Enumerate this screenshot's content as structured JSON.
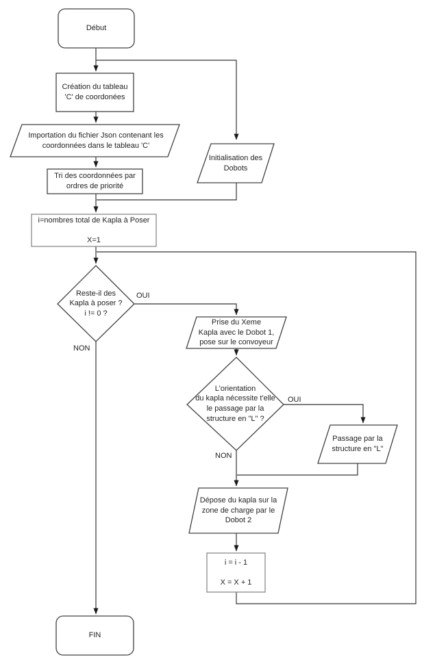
{
  "nodes": {
    "debut": {
      "label": "Début",
      "type": "terminator"
    },
    "creation": {
      "label": "Création du tableau\n'C' de coordonées",
      "type": "process"
    },
    "importation": {
      "label": "Importation du fichier Json contenant les\ncoordonnées dans le tableau 'C'",
      "type": "data"
    },
    "tri": {
      "label": "Tri des coordonnées par\nordres de priorité",
      "type": "process"
    },
    "initialisation": {
      "label": "Initialisation des\nDobots",
      "type": "data"
    },
    "compteur": {
      "label": "i=nombres total de Kapla à Poser\n\nX=1",
      "type": "process"
    },
    "decision_reste": {
      "label": "Reste-il des\nKapla à poser ?\ni != 0 ?",
      "type": "decision"
    },
    "prise": {
      "label": "Prise du Xeme\nKapla avec le Dobot 1,\npose sur le convoyeur",
      "type": "data"
    },
    "decision_orientation": {
      "label": "L'orientation\ndu kapla nécessite t'elle\nle passage par la\nstructure en \"L\" ?",
      "type": "decision"
    },
    "passage": {
      "label": "Passage par la\nstructure en \"L\"",
      "type": "data"
    },
    "depose": {
      "label": "Dépose du kapla sur la\nzone de charge par le\nDobot 2",
      "type": "data"
    },
    "increment": {
      "label": "i = i - 1\n\nX = X + 1",
      "type": "process"
    },
    "fin": {
      "label": "FIN",
      "type": "terminator"
    }
  },
  "edge_labels": {
    "oui_reste": "OUI",
    "non_reste": "NON",
    "oui_orientation": "OUI",
    "non_orientation": "NON"
  },
  "colors": {
    "background": "#ffffff",
    "shape_stroke": "#404040",
    "shape_stroke_gray": "#8a8a8a",
    "edge_stroke": "#333333",
    "text": "#1f1f1f"
  }
}
